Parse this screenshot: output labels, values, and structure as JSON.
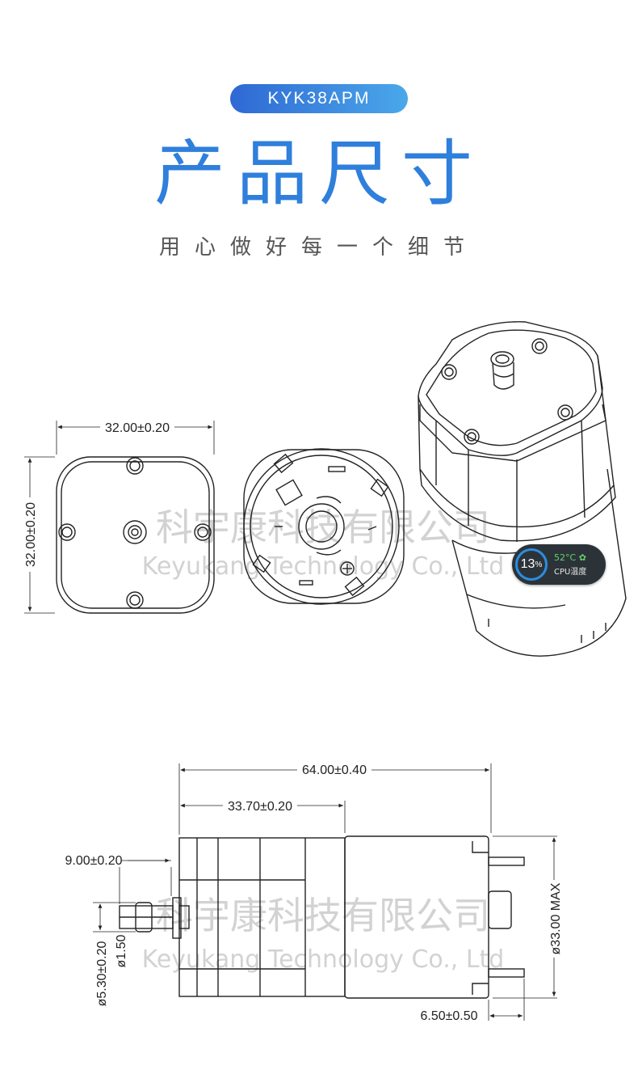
{
  "header": {
    "model_badge": "KYK38APM",
    "title": "产品尺寸",
    "subtitle": "用心做好每一个细节"
  },
  "watermark": {
    "company_cn": "科宇康科技有限公司",
    "company_en": "Keyukang Technology Co., Ltd"
  },
  "top_drawing": {
    "width_dim": "32.00±0.20",
    "height_dim": "32.00±0.20"
  },
  "side_drawing": {
    "total_length": "64.00±0.40",
    "gearbox_length": "33.70±0.20",
    "nozzle_length": "9.00±0.20",
    "nozzle_outer_diameter": "ø5.30±0.20",
    "nozzle_inner_diameter": "ø1.50",
    "motor_diameter": "ø33.00 MAX",
    "terminal_length": "6.50±0.50"
  },
  "cpu_widget": {
    "usage_value": "13",
    "usage_unit": "%",
    "temperature": "52°C",
    "label": "CPU温度",
    "colors": {
      "ring": "#2a8ee0",
      "temp": "#63d26e",
      "background": "#2c3338"
    }
  }
}
